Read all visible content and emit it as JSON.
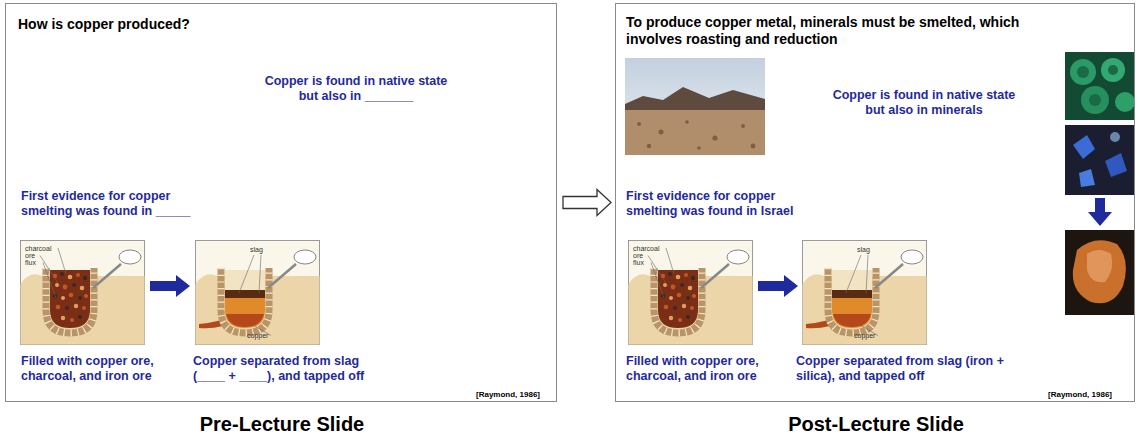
{
  "diagram": {
    "nodes": [
      {
        "text": [
          "How is copper produced?",
          "Copper is found in native state but also in _______",
          "First evidence for copper smelting was found in _____",
          "Filled with copper ore, charcoal, and iron ore",
          "Copper separated from slag (____ + ____), and tapped off",
          "[Raymond, 1986]",
          "Pre-Lecture Slide"
        ]
      },
      {
        "text": [
          "To produce copper metal, minerals must be smelted, which involves roasting and reduction",
          "Copper is found in native state but also in minerals",
          "First evidence for copper smelting was found in Israel",
          "Filled with copper ore, charcoal, and iron ore",
          "Copper separated from slag (iron + silica), and tapped off",
          "[Raymond, 1986]",
          "Post-Lecture Slide"
        ]
      }
    ],
    "edges": [
      {
        "from": 0,
        "to": 1,
        "arrow": "to"
      }
    ],
    "labels": [
      "charcoal",
      "ore",
      "flux",
      "slag",
      "copper",
      "charcoal",
      "ore",
      "flux",
      "slag",
      "copper"
    ]
  }
}
